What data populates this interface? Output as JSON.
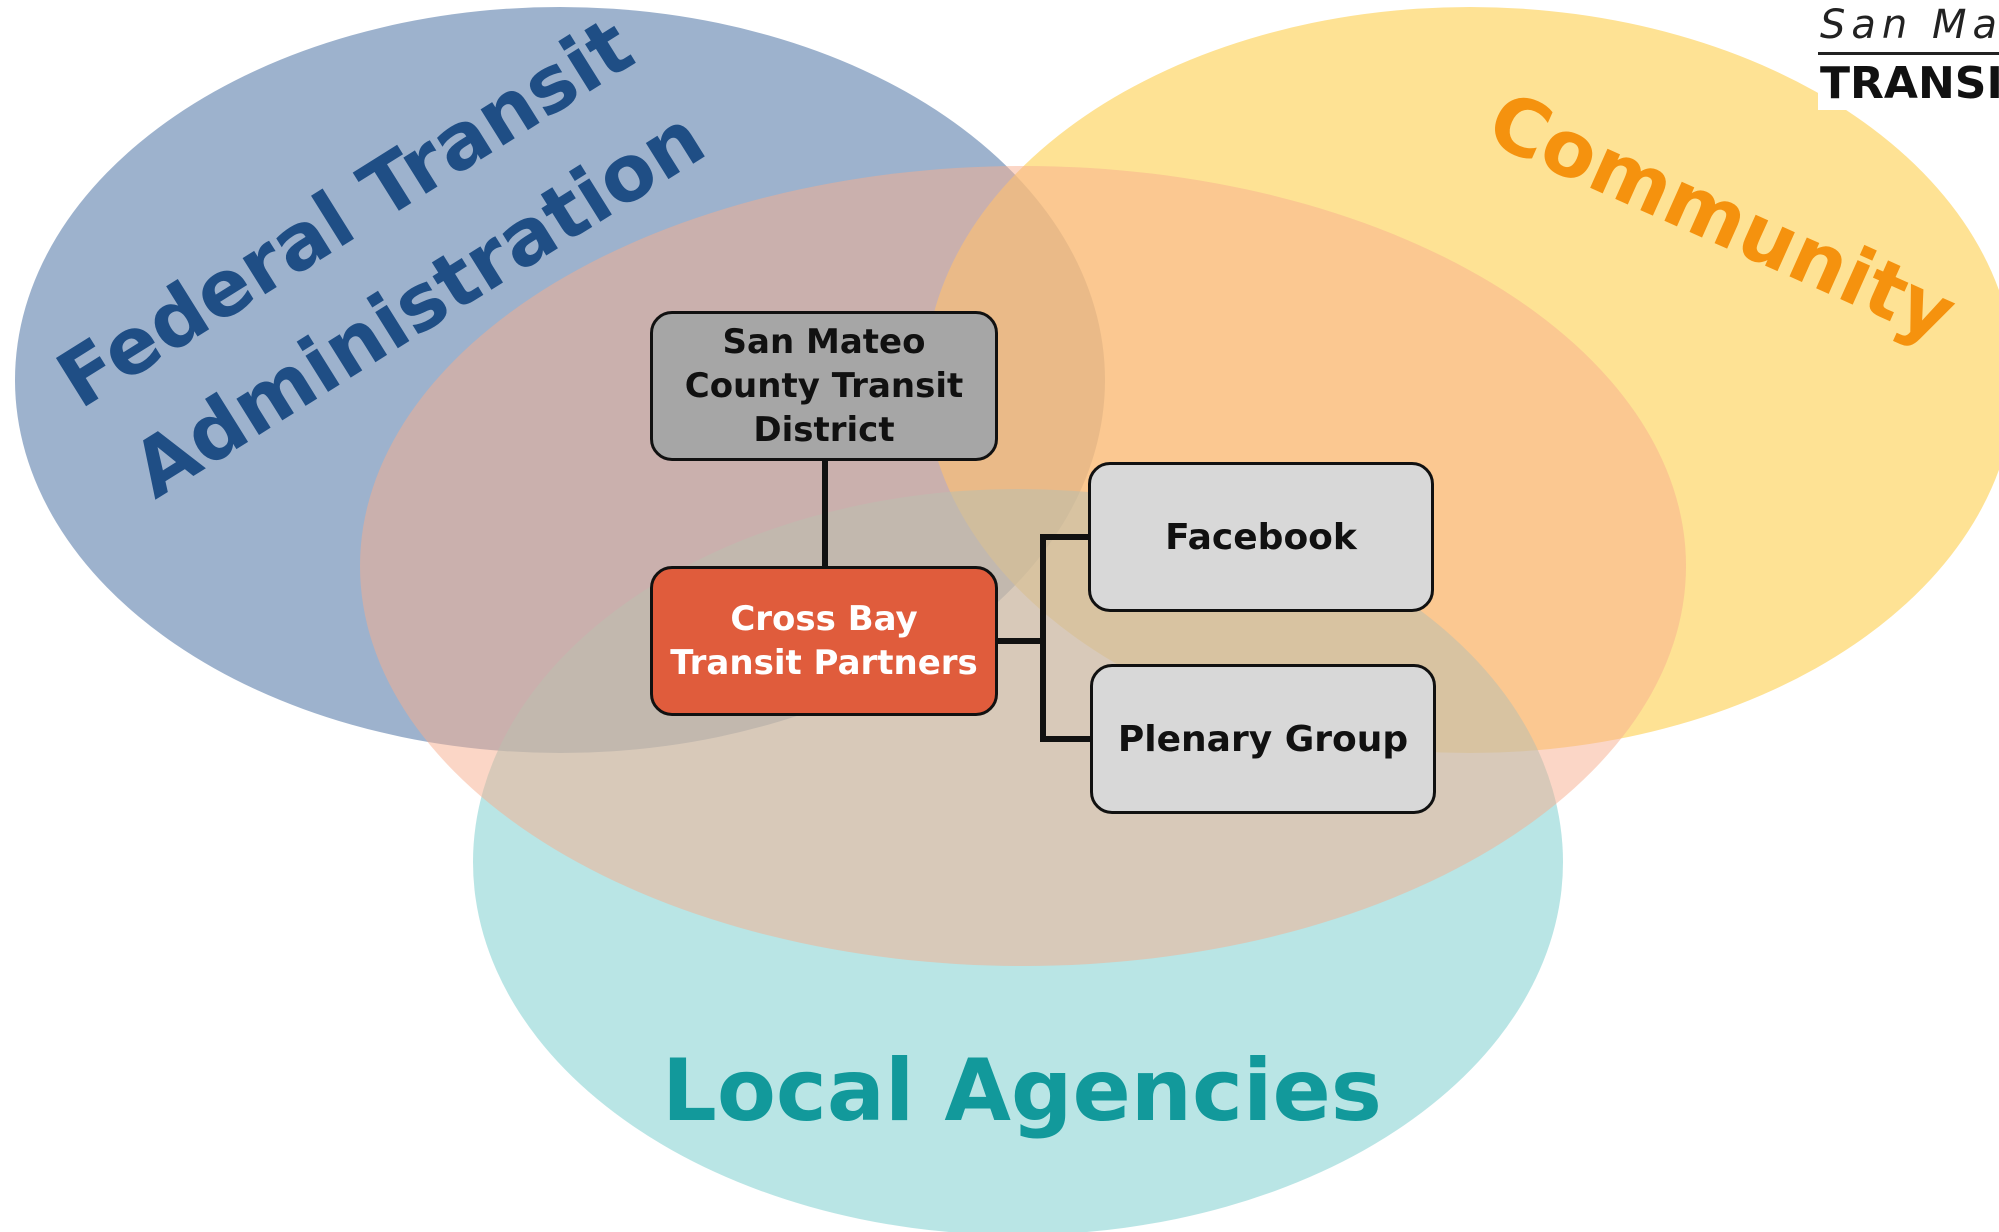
{
  "diagram": {
    "circles": {
      "fta": {
        "label": "Federal Transit Administration",
        "line1": "Federal Transit",
        "line2": "Administration",
        "fill": "#5b7fab",
        "text_color": "#1f4e85"
      },
      "community": {
        "label": "Community",
        "fill": "#fdd35a",
        "text_color": "#f5920e"
      },
      "local": {
        "label": "Local Agencies",
        "fill": "#80d0cf",
        "text_color": "#12999b"
      },
      "center": {
        "fill": "#f7ae8d"
      }
    },
    "boxes": {
      "smctd": {
        "label": "San Mateo\nCounty Transit\nDistrict",
        "fill": "#a6a6a6"
      },
      "cbtp": {
        "label": "Cross Bay\nTransit Partners",
        "fill": "#e05c3c"
      },
      "facebook": {
        "label": "Facebook",
        "fill": "#d8d8d8"
      },
      "plenary": {
        "label": "Plenary Group",
        "fill": "#d8d8d8"
      }
    },
    "logo": {
      "line1": "San Ma",
      "line2": "TRANSI"
    }
  }
}
